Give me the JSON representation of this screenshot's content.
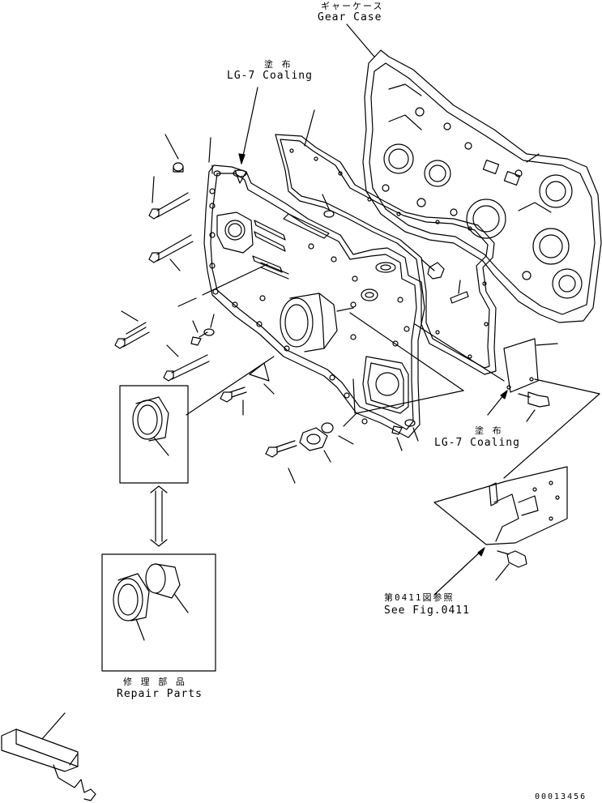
{
  "labels": {
    "gear_case_jp": "ギャーケース",
    "gear_case_en": "Gear Case",
    "coating_top_jp": "塗 布",
    "coating_top_en": "LG-7 Coaling",
    "coating_right_jp": "塗 布",
    "coating_right_en": "LG-7 Coaling",
    "see_fig_jp": "第0411図参照",
    "see_fig_en": "See Fig.0411",
    "repair_parts_jp": "修 理 部 品",
    "repair_parts_en": "Repair Parts",
    "drawing_number": "00013456"
  },
  "colors": {
    "line": "#000000",
    "background": "#ffffff"
  }
}
